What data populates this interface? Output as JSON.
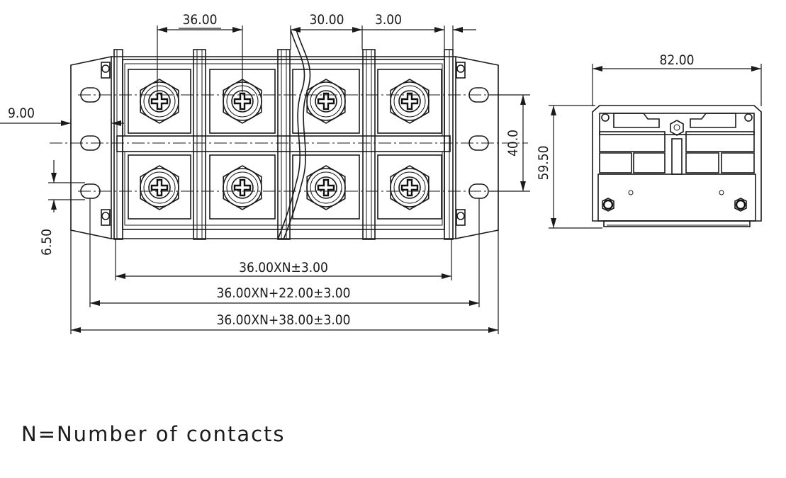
{
  "dimensions": {
    "pitch": "36.00",
    "spacing": "30.00",
    "gap": "3.00",
    "depth": "82.00",
    "mount_offset": "9.00",
    "hole_spacing": "40.0",
    "height": "59.50",
    "hole_dia": "6.50",
    "length_1": "36.00XN±3.00",
    "length_2": "36.00XN+22.00±3.00",
    "length_3": "36.00XN+38.00±3.00"
  },
  "note": "N=Number  of  contacts"
}
